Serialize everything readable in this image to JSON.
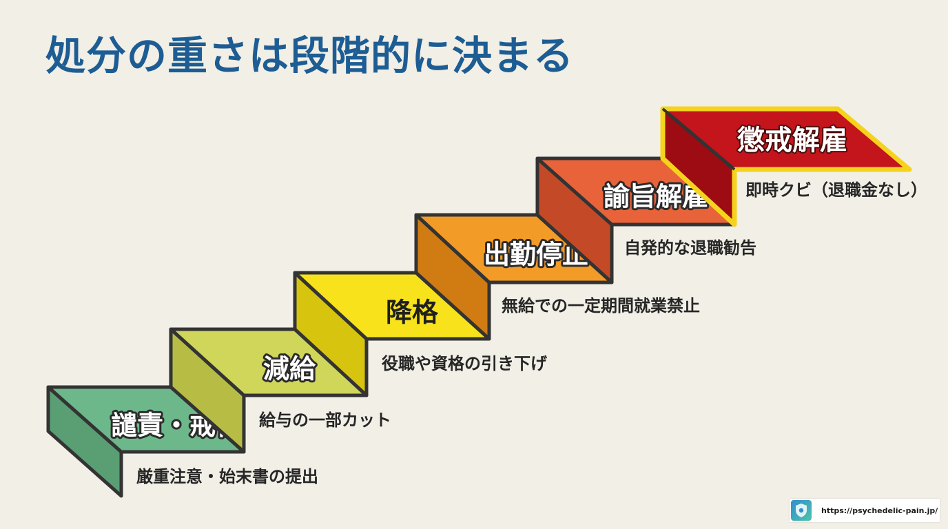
{
  "title": "処分の重さは段階的に決まる",
  "steps": [
    {
      "label": "譴責・戒告",
      "description": "厳重注意・始末書の提出",
      "top_color": "#6db88a",
      "riser_color": "#5a9e74"
    },
    {
      "label": "減給",
      "description": "給与の一部カット",
      "top_color": "#cfd65a",
      "riser_color": "#b7bd44"
    },
    {
      "label": "降格",
      "description": "役職や資格の引き下げ",
      "top_color": "#f7e21c",
      "riser_color": "#d7c40f"
    },
    {
      "label": "出勤停止",
      "description": "無給での一定期間就業禁止",
      "top_color": "#f39b27",
      "riser_color": "#d07c12"
    },
    {
      "label": "諭旨解雇",
      "description": "自発的な退職勧告",
      "top_color": "#e8633a",
      "riser_color": "#c44a27"
    },
    {
      "label": "懲戒解雇",
      "description": "即時クビ（退職金なし）",
      "top_color": "#c4141c",
      "riser_color": "#9c0c12"
    }
  ],
  "colors": {
    "title": "#1d5d94",
    "outline": "#333333",
    "highlight_border": "#f5d31c",
    "background": "#f1efe6"
  },
  "credit": {
    "url": "https://psychedelic-pain.jp/",
    "logo_icon": "shield-logo-icon"
  }
}
